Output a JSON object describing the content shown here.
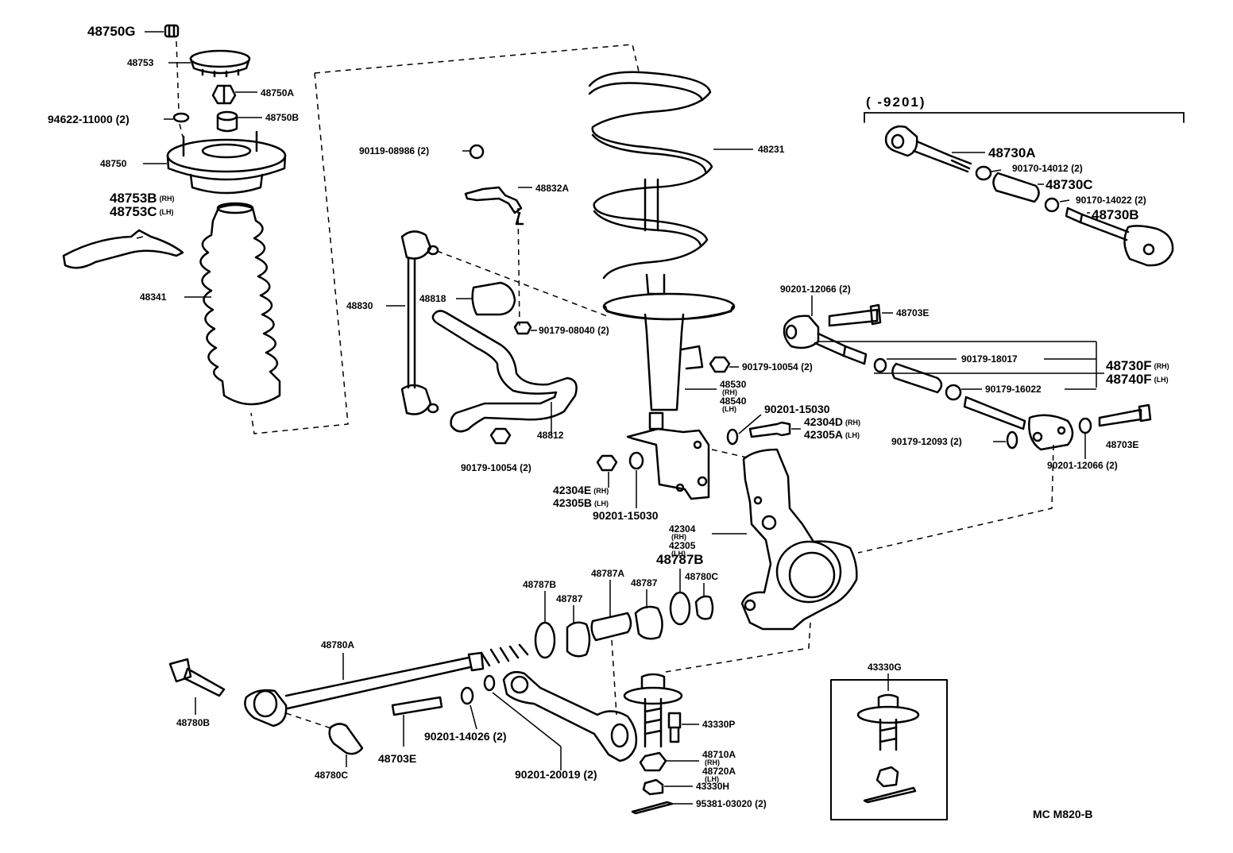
{
  "diagram": {
    "range_note": "(        -9201)",
    "code": "MC  M820-B",
    "inset_part": "43330G",
    "parts": {
      "p48750G": "48750G",
      "p48753": "48753",
      "p48750A": "48750A",
      "p94622": "94622-11000 (2)",
      "p48750B": "48750B",
      "p48750": "48750",
      "p48753B": "48753B",
      "p48753C": "48753C",
      "rh": "(RH)",
      "lh": "(LH)",
      "p48341": "48341",
      "p90119": "90119-08986 (2)",
      "p48832A": "48832A",
      "p48830": "48830",
      "p48818": "48818",
      "p90179_08040": "90179-08040 (2)",
      "p48812": "48812",
      "p90179_10054a": "90179-10054 (2)",
      "p48231": "48231",
      "p90179_10054b": "90179-10054 (2)",
      "p48530": "48530",
      "p48540": "48540",
      "p90201_15030a": "90201-15030",
      "p42304D": "42304D",
      "p42305A": "42305A",
      "p42304E": "42304E",
      "p42305B": "42305B",
      "p90201_15030b": "90201-15030",
      "p42304": "42304",
      "p42305": "42305",
      "p48730A": "48730A",
      "p90170_14012": "90170-14012 (2)",
      "p48730C": "48730C",
      "p90170_14022": "90170-14022 (2)",
      "p48730B": "48730B",
      "p90201_12066a": "90201-12066 (2)",
      "p48703E_a": "48703E",
      "p90179_18017": "90179-18017",
      "p48730F": "48730F",
      "p48740F": "48740F",
      "p90179_16022": "90179-16022",
      "p90179_12093": "90179-12093 (2)",
      "p48703E_b": "48703E",
      "p90201_12066b": "90201-12066 (2)",
      "p48787B_a": "48787B",
      "p48787_a": "48787",
      "p48787A": "48787A",
      "p48787_b": "48787",
      "p48787B_b": "48787B",
      "p48780C_a": "48780C",
      "p48780A": "48780A",
      "p48780B": "48780B",
      "p48703E_c": "48703E",
      "p90201_14026": "90201-14026 (2)",
      "p90201_20019": "90201-20019 (2)",
      "p48780C_b": "48780C",
      "p43330P": "43330P",
      "p48710A": "48710A",
      "p48720A": "48720A",
      "p43330H": "43330H",
      "p95381": "95381-03020 (2)"
    }
  }
}
